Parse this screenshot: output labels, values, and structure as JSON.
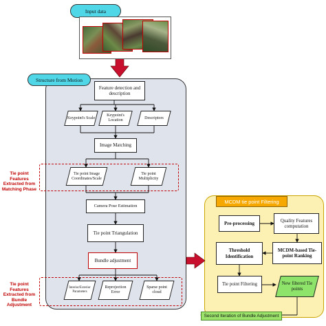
{
  "input": {
    "title": "Input data"
  },
  "sfm": {
    "title": "Structure from Motion",
    "feature": "Feature detection and description",
    "keypoint_scale": "Keypoint's Scale",
    "keypoint_location": "Keypoint's Location",
    "descriptors": "Descriptors",
    "matching": "Image Matching",
    "tie_coords": "Tie point Image Coordinates/Scale",
    "tie_multiplicity": "Tie point Multiplicity",
    "pose": "Camera Pose Estimation",
    "triangulation": "Tie point Triangulation",
    "bundle": "Bundle adjustment",
    "params": "Interior/Exterior Parameters",
    "reprojection": "Reprojection Error",
    "sparse": "Sparse point cloud"
  },
  "side_labels": {
    "matching_phase": "Tie point Features Extracted from Matching Phase",
    "bundle_phase": "Tie point Features Extracted from Bundle Adjustment"
  },
  "mcdm": {
    "title": "MCDM tie point Filtering",
    "preprocessing": "Pre-processing",
    "quality": "Quality Features computation",
    "threshold": "Threshold Identification",
    "ranking": "MCDM-based Tie-point Ranking",
    "filtering": "Tie point Filtering",
    "new_points": "New filtered Tie points"
  },
  "second_iteration": "Second Iteration of Bundle Adjustment",
  "colors": {
    "title_pill": "#4fd7e8",
    "sfm_panel": "#dfe3ec",
    "mcdm_panel": "#fdf0b3",
    "mcdm_border": "#c9a400",
    "red_arrow": "#c8102e",
    "green_label": "#9be36b",
    "red_label": "#c00000"
  }
}
